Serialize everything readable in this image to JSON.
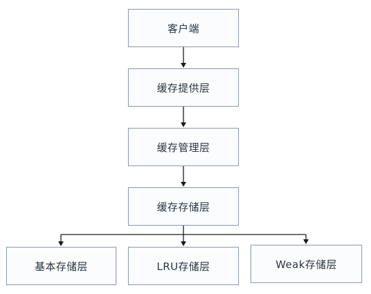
{
  "nodes": {
    "client": "客户端",
    "cache_provider": "缓存提供层",
    "cache_manager": "缓存管理层",
    "cache_storage": "缓存存储层",
    "basic_storage": "基本存储层",
    "lru_storage": "LRU存储层",
    "weak_storage": "Weak存储层"
  },
  "edges": [
    {
      "from": "客户端",
      "to": "缓存提供层"
    },
    {
      "from": "缓存提供层",
      "to": "缓存管理层"
    },
    {
      "from": "缓存管理层",
      "to": "缓存存储层"
    },
    {
      "from": "缓存存储层",
      "to": "基本存储层"
    },
    {
      "from": "缓存存储层",
      "to": "LRU存储层"
    },
    {
      "from": "缓存存储层",
      "to": "Weak存储层"
    }
  ],
  "colors": {
    "box_border": "#8a96a8",
    "box_fill": "#fbfcfe",
    "connector": "#1a1a1a",
    "text": "#2a3440"
  }
}
